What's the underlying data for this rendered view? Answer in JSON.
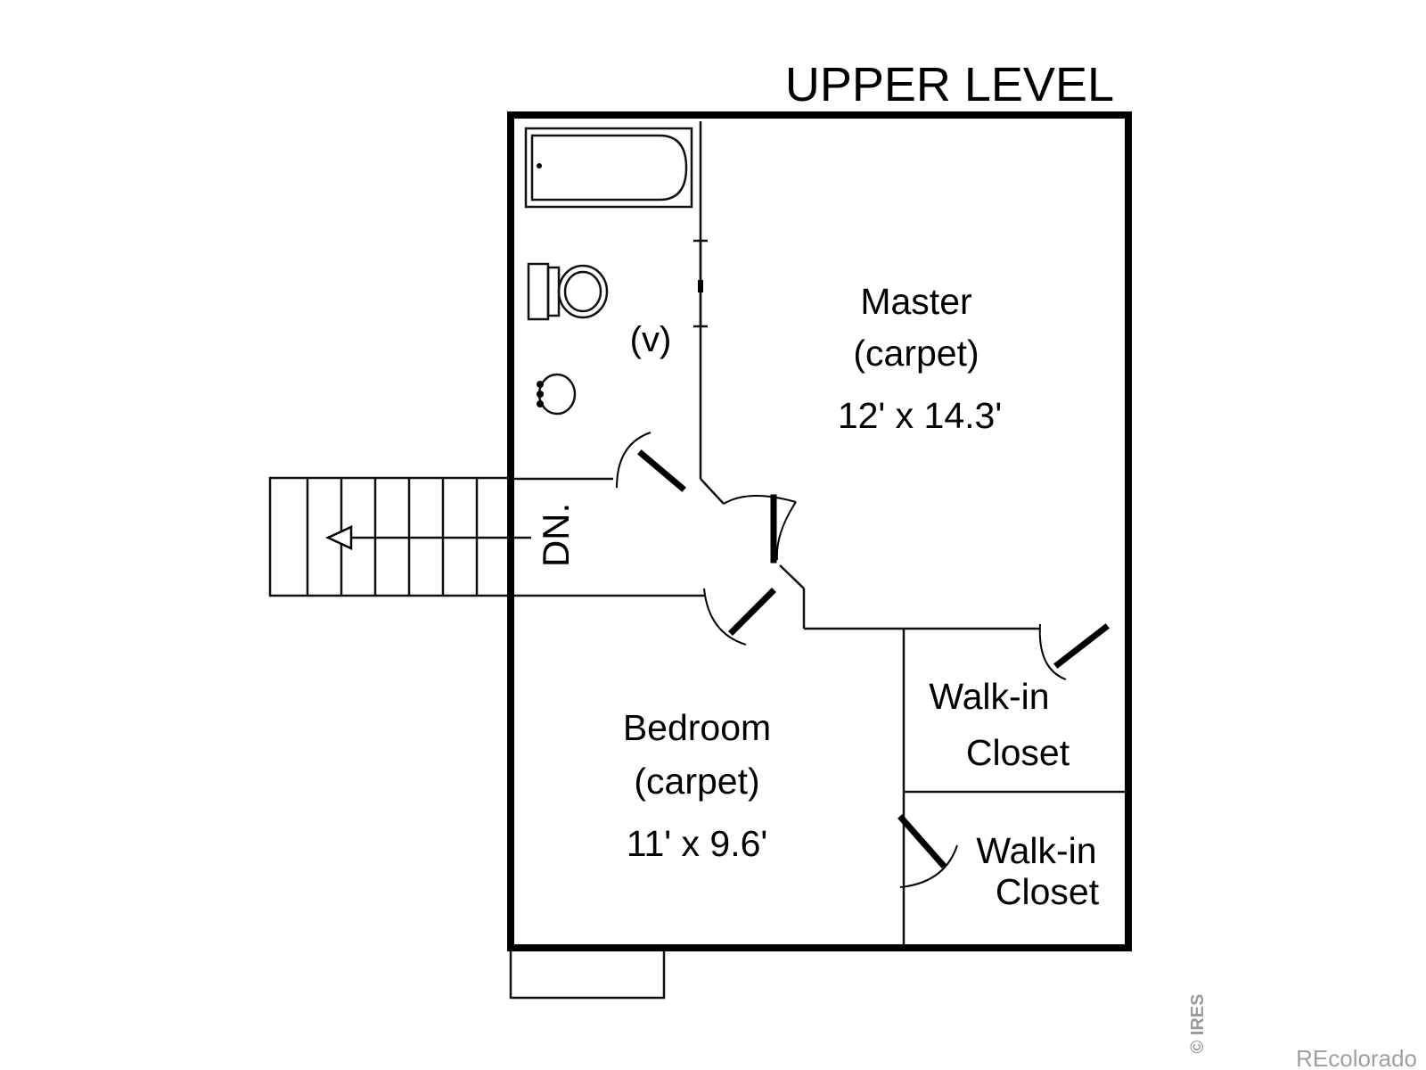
{
  "title": "UPPER LEVEL",
  "rooms": {
    "master": {
      "name": "Master",
      "floor": "(carpet)",
      "size": "12' x 14.3'"
    },
    "bedroom": {
      "name": "Bedroom",
      "floor": "(carpet)",
      "size": "11' x 9.6'"
    },
    "closet_1": {
      "line1": "Walk-in",
      "line2": "Closet"
    },
    "closet_2": {
      "line1": "Walk-in",
      "line2": "Closet"
    }
  },
  "bath_vanity_label": "(v)",
  "stairs_label": "DN.",
  "watermark_left": "© IRES",
  "watermark_right": "REcolorado"
}
